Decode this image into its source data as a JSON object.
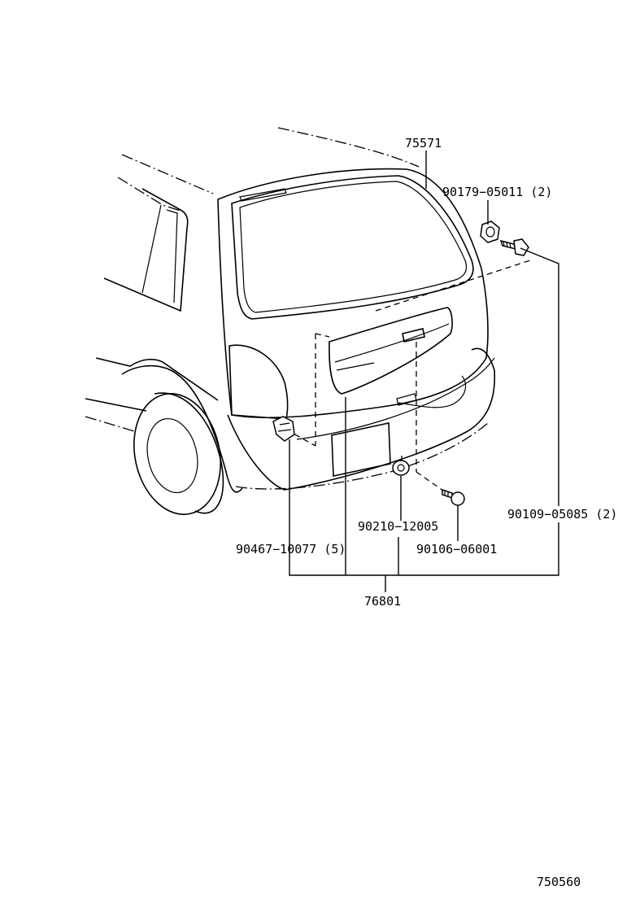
{
  "callouts": {
    "trim_hatch": "75571",
    "nut_upper": "90179−05011 (2)",
    "screw_upper": "90109−05085 (2)",
    "clip": "90467−10077 (5)",
    "grommet": "90210−12005",
    "screw_lower": "90106−06001",
    "garnish_assy": "76801"
  },
  "figure_number": "750560",
  "icons": [
    "nut-icon",
    "screw-icon",
    "clip-icon",
    "grommet-icon"
  ]
}
